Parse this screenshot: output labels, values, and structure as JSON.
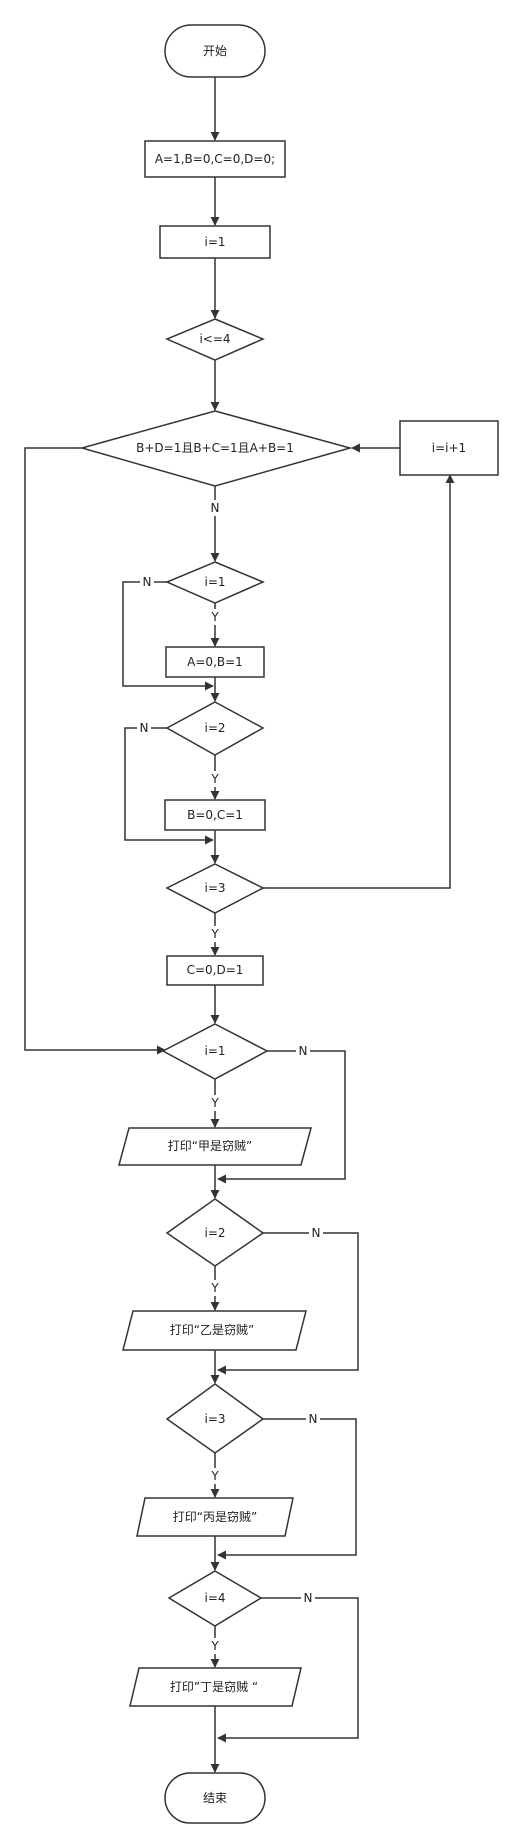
{
  "nodes": {
    "start": "开始",
    "init": "A=1,B=0,C=0,D=0;",
    "set_i": "i=1",
    "loop_cond": "i<=4",
    "main_cond": "B+D=1且B+C=1且A+B=1",
    "incr": "i=i+1",
    "dec_a1": "i=1",
    "act_a": "A=0,B=1",
    "dec_a2": "i=2",
    "act_b": "B=0,C=1",
    "dec_a3": "i=3",
    "act_c": "C=0,D=1",
    "dec_p1": "i=1",
    "print1": "打印“甲是窃贼”",
    "dec_p2": "i=2",
    "print2": "打印“乙是窃贼”",
    "dec_p3": "i=3",
    "print3": "打印“丙是窃贼”",
    "dec_p4": "i=4",
    "print4": "打印”丁是窃贼 “",
    "end": "结束"
  },
  "labels": {
    "main_n": "N",
    "a1_n": "N",
    "a1_y": "Y",
    "a2_n": "N",
    "a2_y": "Y",
    "a3_y": "Y",
    "p1_n": "N",
    "p1_y": "Y",
    "p2_n": "N",
    "p2_y": "Y",
    "p3_n": "N",
    "p3_y": "Y",
    "p4_n": "N",
    "p4_y": "Y"
  }
}
